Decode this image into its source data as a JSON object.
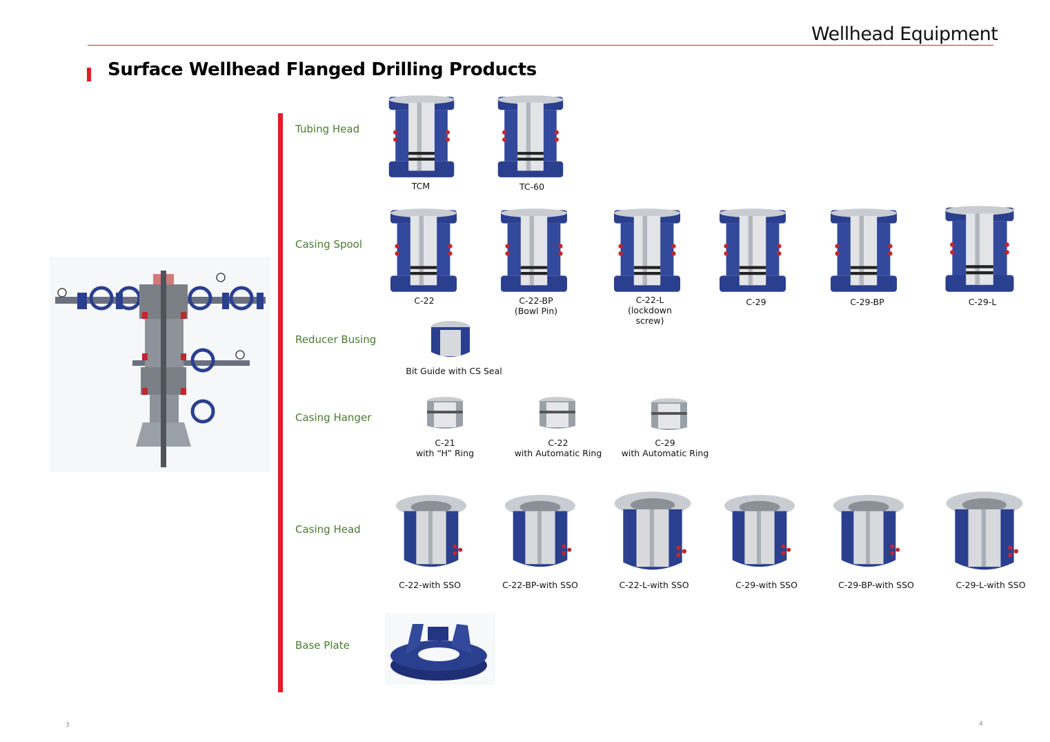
{
  "header": {
    "section_title": "Wellhead Equipment"
  },
  "page_title": "Surface Wellhead Flanged Drilling Products",
  "categories": [
    {
      "label": "Tubing Head",
      "products": [
        "TCM",
        "TC-60"
      ]
    },
    {
      "label": "Casing Spool",
      "products": [
        "C-22",
        "C-22-BP\n(Bowl Pin)",
        "C-22-L\n(lockdown\nscrew)",
        "C-29",
        "C-29-BP",
        "C-29-L"
      ]
    },
    {
      "label": "Reducer Busing",
      "products": [
        "Bit Guide with CS Seal"
      ]
    },
    {
      "label": "Casing Hanger",
      "products": [
        "C-21\nwith “H” Ring",
        "C-22\nwith Automatic Ring",
        "C-29\nwith Automatic Ring"
      ]
    },
    {
      "label": "Casing Head",
      "products": [
        "C-22-with SSO",
        "C-22-BP-with SSO",
        "C-22-L-with SSO",
        "C-29-with SSO",
        "C-29-BP-with SSO",
        "C-29-L-with SSO"
      ]
    },
    {
      "label": "Base Plate",
      "products": []
    }
  ],
  "footer": {
    "left_page": "3",
    "right_page": "4"
  },
  "colors": {
    "accent_red": "#e31d24",
    "category_green": "#4a7a31",
    "equipment_blue": "#2b3f8f",
    "steel_grey": "#c9ccd1"
  }
}
